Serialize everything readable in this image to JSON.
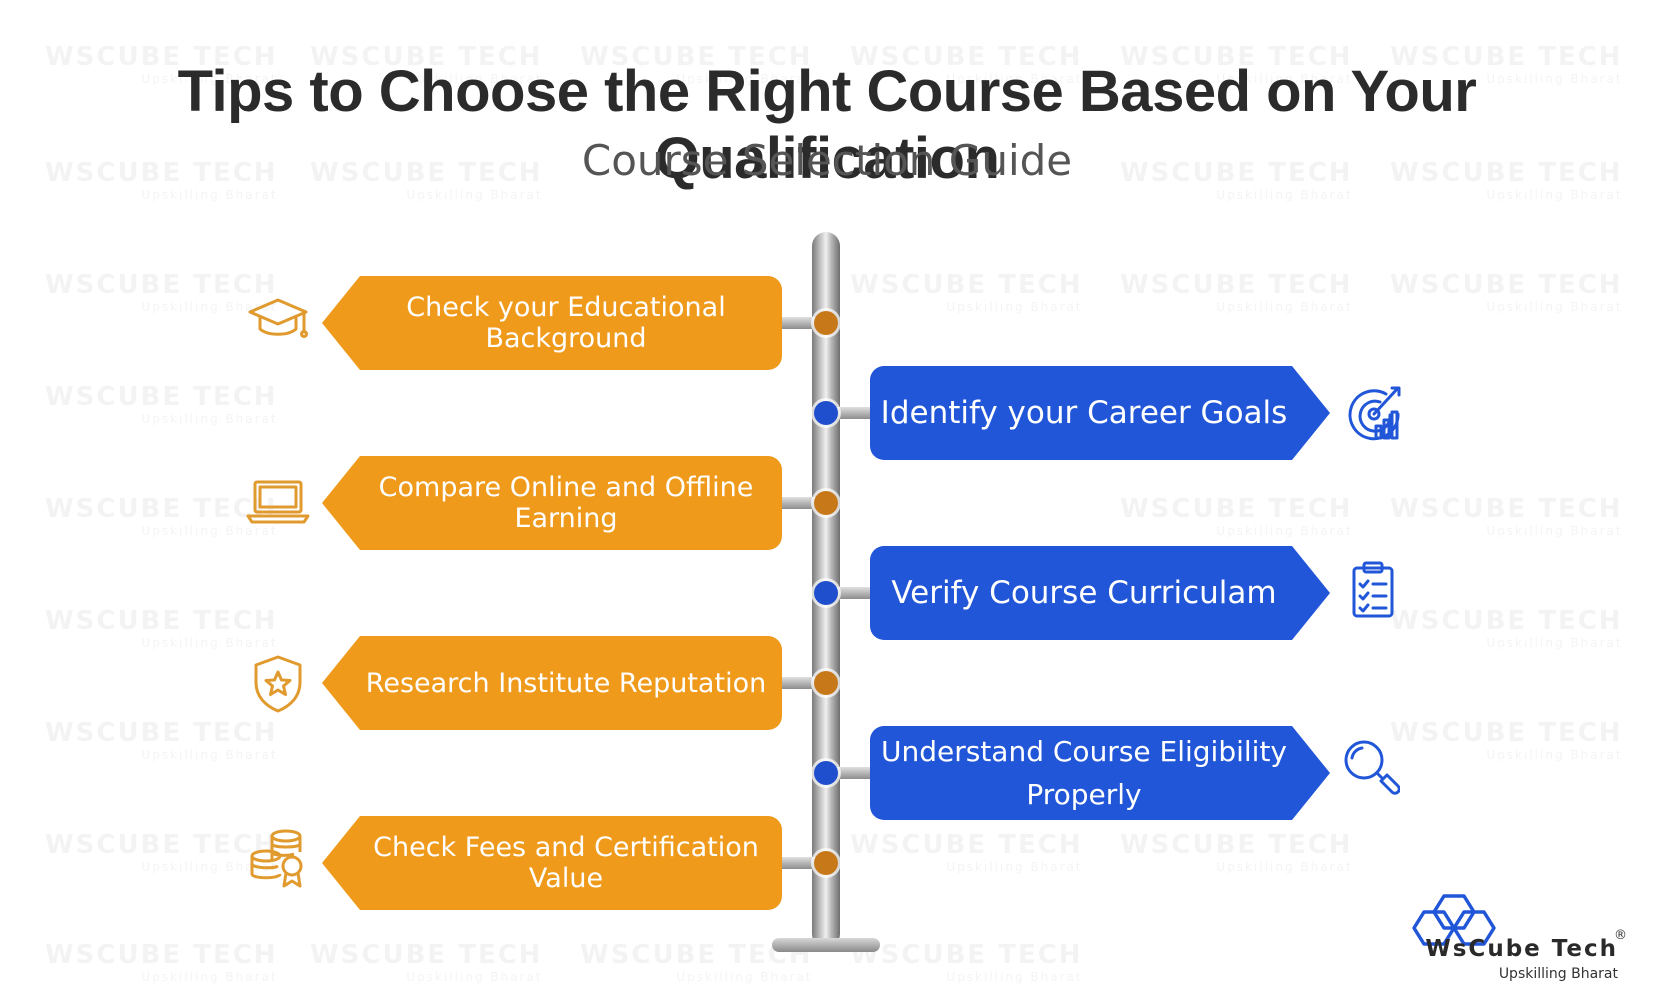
{
  "title": "Tips to Choose the Right Course Based on Your Qualification",
  "subtitle": "Course Selection Guide",
  "left_signs": [
    {
      "label": "Check your Educational Background",
      "icon": "graduation-cap-icon"
    },
    {
      "label": "Compare Online and Offline Earning",
      "icon": "laptop-icon"
    },
    {
      "label": "Research Institute Reputation",
      "icon": "shield-star-icon"
    },
    {
      "label": "Check Fees and Certification Value",
      "icon": "coins-certificate-icon"
    }
  ],
  "right_signs": [
    {
      "label": "Identify your Career Goals",
      "icon": "target-chart-icon"
    },
    {
      "label": "Verify Course Curriculam",
      "icon": "checklist-clipboard-icon"
    },
    {
      "label_line1": "Understand Course Eligibility",
      "label_line2": "Properly",
      "icon": "magnifier-icon"
    }
  ],
  "brand": {
    "name": "WsCube Tech",
    "tagline": "Upskilling Bharat",
    "registered": "®"
  },
  "colors": {
    "orange": "#ef9a1b",
    "blue": "#2156d8",
    "title": "#2b2b2b"
  }
}
